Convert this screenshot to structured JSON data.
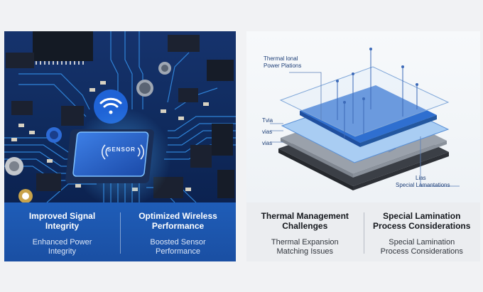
{
  "left_panel": {
    "chip_label": "SENSOR",
    "col1": {
      "title_line1": "Improved Signal",
      "title_line2": "Integrity",
      "sub_line1": "Enhanced Power",
      "sub_line2": "Integrity"
    },
    "col2": {
      "title_line1": "Optimized Wireless",
      "title_line2": "Performance",
      "sub_line1": "Boosted Sensor",
      "sub_line2": "Performance"
    }
  },
  "right_panel": {
    "labels": {
      "top_line1": "Thermal lonal",
      "top_line2": "Power Plations",
      "tvia": "Tvia",
      "vias1": "vias",
      "vias2": "vias",
      "lias": "Lias",
      "special": "Special Lamantations"
    },
    "col1": {
      "title_line1": "Thermal Management",
      "title_line2": "Challenges",
      "sub_line1": "Thermal Expansion",
      "sub_line2": "Matching Issues"
    },
    "col2": {
      "title_line1": "Special Lamination",
      "title_line2": "Process Considerations",
      "sub_line1": "Special Lamination",
      "sub_line2": "Process Considerations"
    }
  },
  "colors": {
    "board_blue": "#0f2a5c",
    "caption_blue": "#1f5db8",
    "layer_blue": "#2f6fd0",
    "trace_cyan": "#3aa0ff"
  }
}
